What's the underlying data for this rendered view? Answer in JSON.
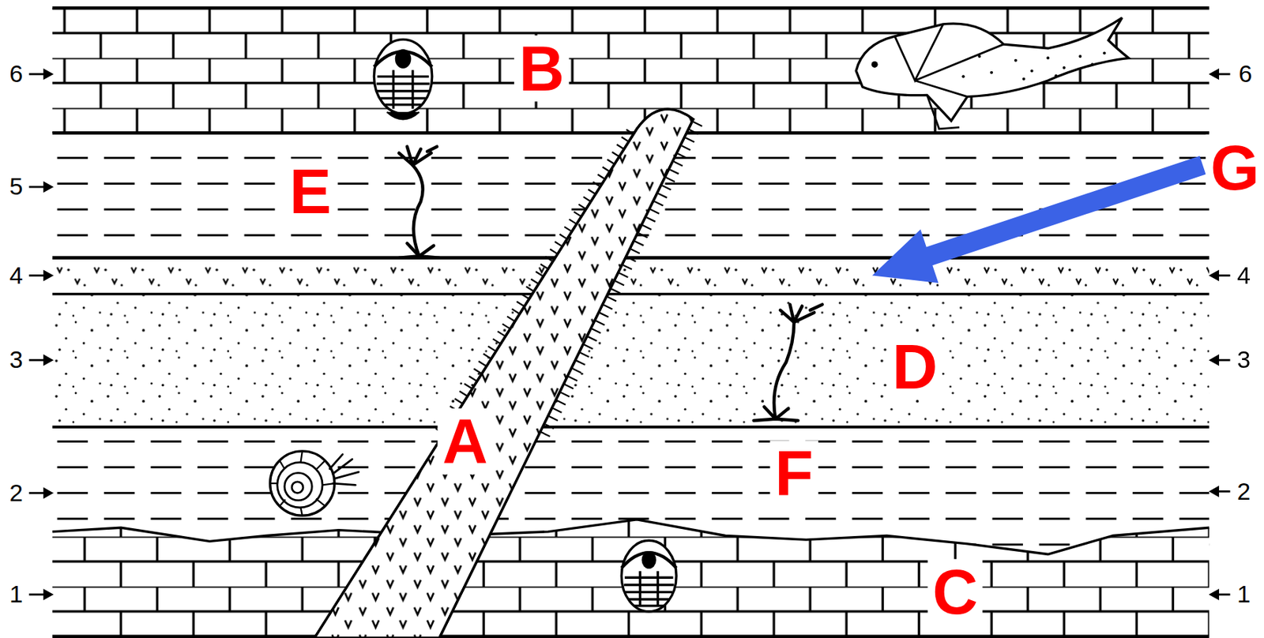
{
  "diagram": {
    "labels": [
      "6",
      "B",
      "6",
      "G",
      "5",
      "E",
      "4",
      "4",
      "3",
      "D",
      "3",
      "A",
      "F",
      "2",
      "2",
      "C",
      "1",
      "1"
    ]
  }
}
